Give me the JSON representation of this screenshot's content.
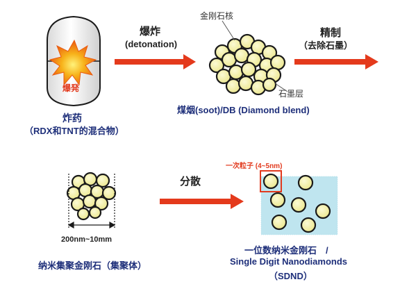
{
  "colors": {
    "accent_red": "#e43a1c",
    "navy_text": "#1e2f7a",
    "particle_fill": "#f3f0a6",
    "particle_stroke": "#1a1a1a",
    "cyan_region": "#bfe5ef",
    "flame": "#f28a14"
  },
  "stage1": {
    "explosion_label": "爆発",
    "caption_line1": "炸药",
    "caption_line2": "（RDX和TNT的混合物）"
  },
  "step1": {
    "label_cn": "爆炸",
    "label_en": "(detonation)"
  },
  "stage2": {
    "core_label": "金刚石核",
    "graphite_label": "石墨层",
    "caption": "煤烟(soot)/DB (Diamond blend)"
  },
  "step2": {
    "label_line1": "精制",
    "label_line2": "（去除石墨）"
  },
  "stage3": {
    "size_label": "200nm~10mm",
    "caption": "纳米集聚金刚石（集聚体）"
  },
  "step3": {
    "label": "分散"
  },
  "stage4": {
    "primary_label": "一次粒子 (4~5nm)",
    "caption_line1": "一位数纳米金刚石　/",
    "caption_line2": "Single Digit Nanodiamonds",
    "caption_line3": "（SDND）"
  }
}
